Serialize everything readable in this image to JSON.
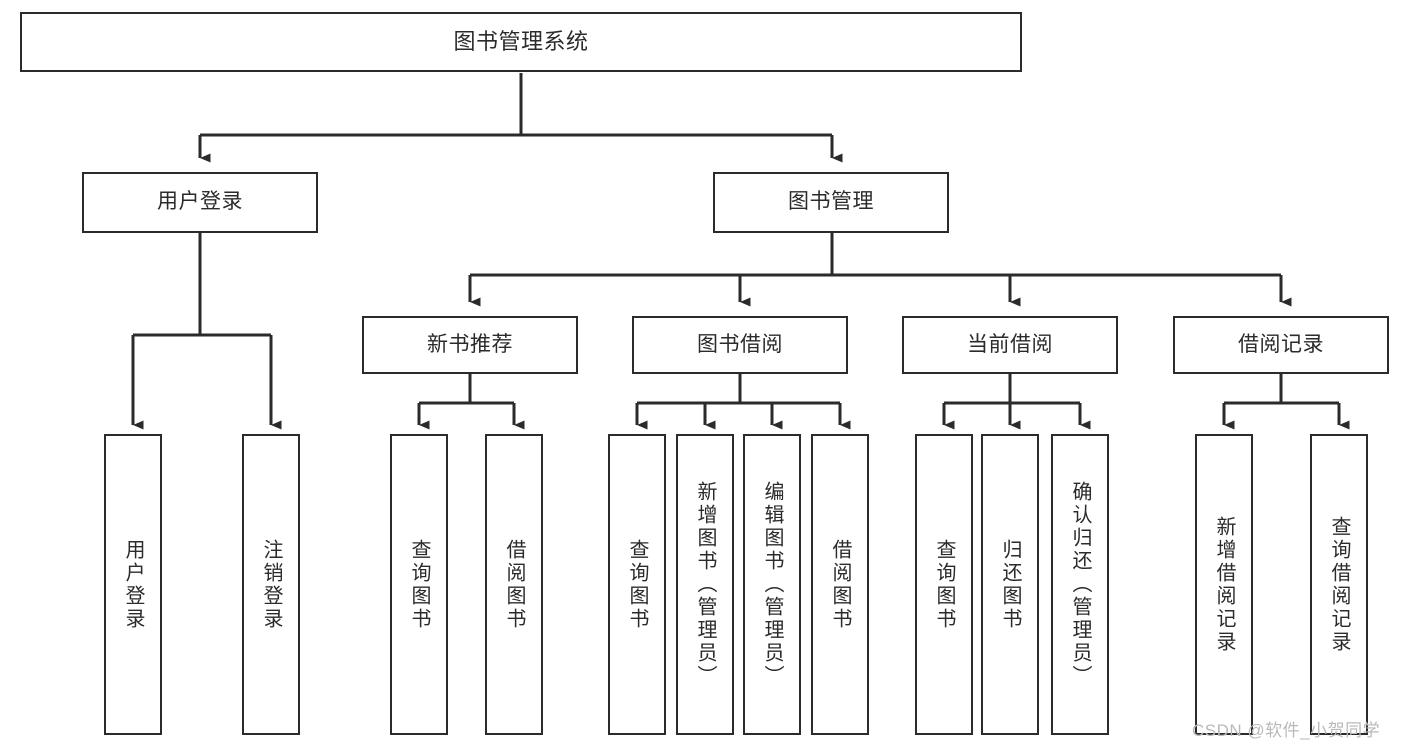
{
  "diagram": {
    "title": "图书管理系统",
    "type": "tree-diagram",
    "line_color": "#2b2b2b",
    "box_fill": "#ffffff",
    "text_color": "#2b2b2b",
    "levels": {
      "root": {
        "label": "图书管理系统"
      },
      "level1": [
        {
          "label": "用户登录"
        },
        {
          "label": "图书管理"
        }
      ],
      "level2": [
        {
          "label": "新书推荐"
        },
        {
          "label": "图书借阅"
        },
        {
          "label": "当前借阅"
        },
        {
          "label": "借阅记录"
        }
      ],
      "leaves": {
        "user_login": [
          {
            "label": "用户登录"
          },
          {
            "label": "注销登录"
          }
        ],
        "new_book_recommend": [
          {
            "label": "查询图书"
          },
          {
            "label": "借阅图书"
          }
        ],
        "book_borrow": [
          {
            "label": "查询图书"
          },
          {
            "label": "新增图书（管理员）"
          },
          {
            "label": "编辑图书（管理员）"
          },
          {
            "label": "借阅图书"
          }
        ],
        "current_borrow": [
          {
            "label": "查询图书"
          },
          {
            "label": "归还图书"
          },
          {
            "label": "确认归还（管理员）"
          }
        ],
        "borrow_record": [
          {
            "label": "新增借阅记录"
          },
          {
            "label": "查询借阅记录"
          }
        ]
      }
    }
  },
  "watermark": {
    "text": "CSDN @软件_小贺同学",
    "color": "#b9b9b9"
  }
}
